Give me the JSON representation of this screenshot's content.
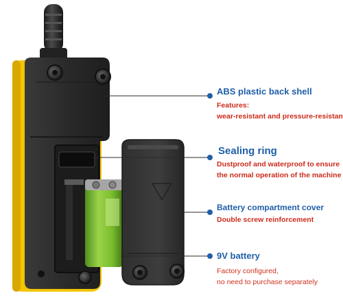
{
  "colors": {
    "accent_title": "#1f5fa8",
    "accent_description": "#cc2a1a",
    "device_body": "#2b2b2b",
    "bumper_yellow": "#f2c500",
    "battery_green": "#7bbd2e"
  },
  "callouts": [
    {
      "title": "ABS plastic back shell",
      "lines": [
        "Features:",
        "wear-resistant and pressure-resistant"
      ]
    },
    {
      "title": "Sealing ring",
      "lines": [
        "Dustproof and waterproof to ensure",
        "the normal operation of the machine"
      ]
    },
    {
      "title": "Battery compartment cover",
      "lines": [
        "Double screw reinforcement"
      ]
    },
    {
      "title": "9V battery",
      "lines": [
        "Factory configured,",
        "no need to purchase separately"
      ]
    }
  ],
  "icons": {
    "callout_marker": "dot-icon",
    "cover_arrow": "triangle-arrow-icon",
    "screw": "screw-icon"
  }
}
